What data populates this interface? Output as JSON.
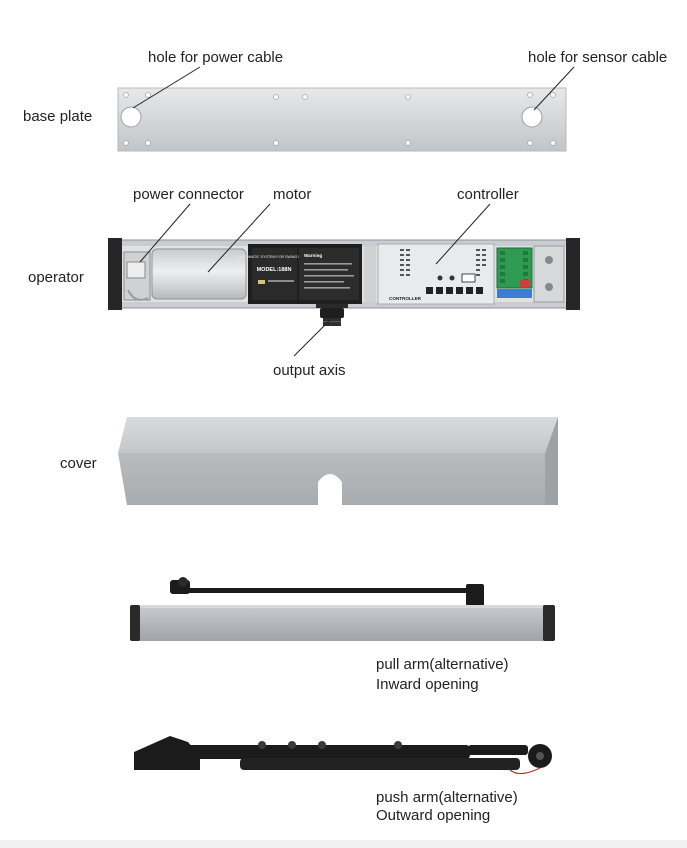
{
  "labels": {
    "hole_power_cable": "hole for power cable",
    "hole_sensor_cable": "hole for sensor cable",
    "base_plate": "base plate",
    "power_connector": "power connector",
    "motor": "motor",
    "controller": "controller",
    "operator": "operator",
    "output_axis": "output axis",
    "cover": "cover",
    "pull_arm": "pull arm(alternative)",
    "inward_opening": "Inward opening",
    "push_arm": "push arm(alternative)",
    "outward_opening": "Outward opening"
  },
  "device_text": {
    "sticker_title": "AUTOMATIC SYSTEM FOR SWING DOOR",
    "model": "MODEL:188N",
    "warning": "Warning",
    "controller_board": "CONTROLLER"
  },
  "colors": {
    "aluminum": "#d3d6d9",
    "cover_front": "#b3b6b9",
    "arm_black": "#1b1b1b",
    "terminal_green": "#2f9a52"
  }
}
